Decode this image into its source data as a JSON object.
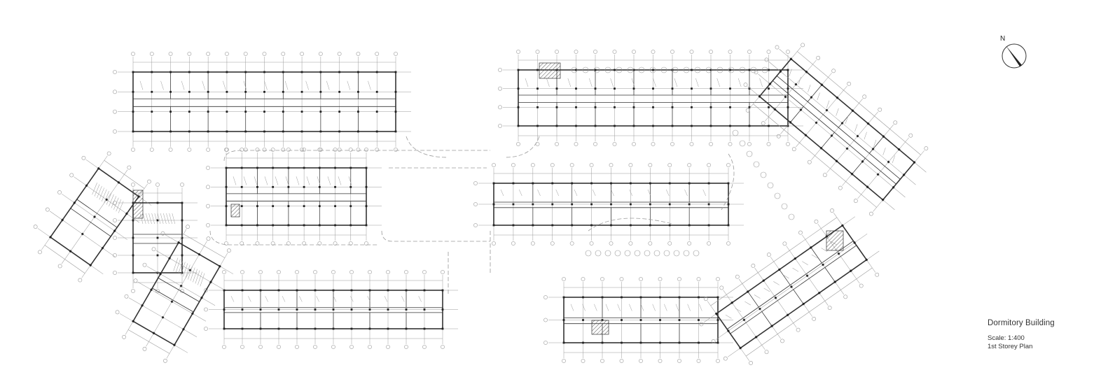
{
  "drawing": {
    "title": "Dormitory Building",
    "scale": "Scale: 1:400",
    "plan_name": "1st Storey Plan"
  },
  "north_arrow": {
    "label": "N",
    "icon": "north-arrow-icon"
  },
  "colors": {
    "line": "#333333",
    "grid": "#9a9a9a",
    "background": "#ffffff"
  }
}
